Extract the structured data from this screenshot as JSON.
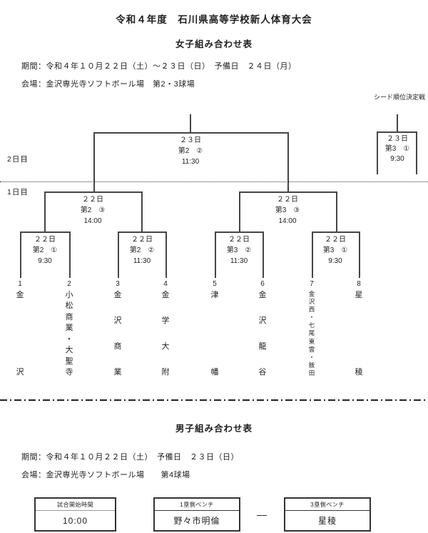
{
  "header": {
    "title": "令和４年度　石川県高等学校新人体育大会"
  },
  "women": {
    "subtitle": "女子組み合わせ表",
    "period": "期間：令和４年１０月２２日（土）～２３日（日）　予備日　２４日（月）",
    "venue": "会場：金沢専光寺ソフトボール場　第2・3球場",
    "seed_match_title": "シード順位決定戦",
    "day2_label": "2日目",
    "day1_label": "1日目",
    "matches": {
      "final": {
        "date": "２３日",
        "slot": "第2　②",
        "time": "11:30"
      },
      "seed": {
        "date": "２３日",
        "slot": "第3　①",
        "time": "9:30"
      },
      "sf1": {
        "date": "２２日",
        "slot": "第2　③",
        "time": "14:00"
      },
      "sf2": {
        "date": "２２日",
        "slot": "第3　③",
        "time": "14:00"
      },
      "qf1": {
        "date": "２２日",
        "slot": "第2　①",
        "time": "9:30"
      },
      "qf2": {
        "date": "２２日",
        "slot": "第2　②",
        "time": "11:30"
      },
      "qf3": {
        "date": "２２日",
        "slot": "第3　②",
        "time": "11:30"
      },
      "qf4": {
        "date": "２２日",
        "slot": "第3　①",
        "time": "9:30"
      }
    },
    "teams": [
      {
        "seed": "1",
        "name": "金沢"
      },
      {
        "seed": "2",
        "name": "小松商業・大聖寺"
      },
      {
        "seed": "3",
        "name": "金沢商業"
      },
      {
        "seed": "4",
        "name": "金学大附"
      },
      {
        "seed": "5",
        "name": "津幡"
      },
      {
        "seed": "6",
        "name": "金沢龍谷"
      },
      {
        "seed": "7",
        "name": "金沢西・七尾東雲・飯田"
      },
      {
        "seed": "8",
        "name": "星稜"
      }
    ]
  },
  "men": {
    "subtitle": "男子組み合わせ表",
    "period": "期間：令和４年１０月２２日（土）　予備日　２３日（日）",
    "venue": "会場：金沢専光寺ソフトボール場　　第4球場",
    "schedule": {
      "start_header": "試合開始時間",
      "start_value": "10:00",
      "bench1_header": "1塁側ベンチ",
      "bench1_value": "野々市明倫",
      "vs_dash": "—",
      "bench3_header": "3塁側ベンチ",
      "bench3_value": "星稜"
    }
  }
}
